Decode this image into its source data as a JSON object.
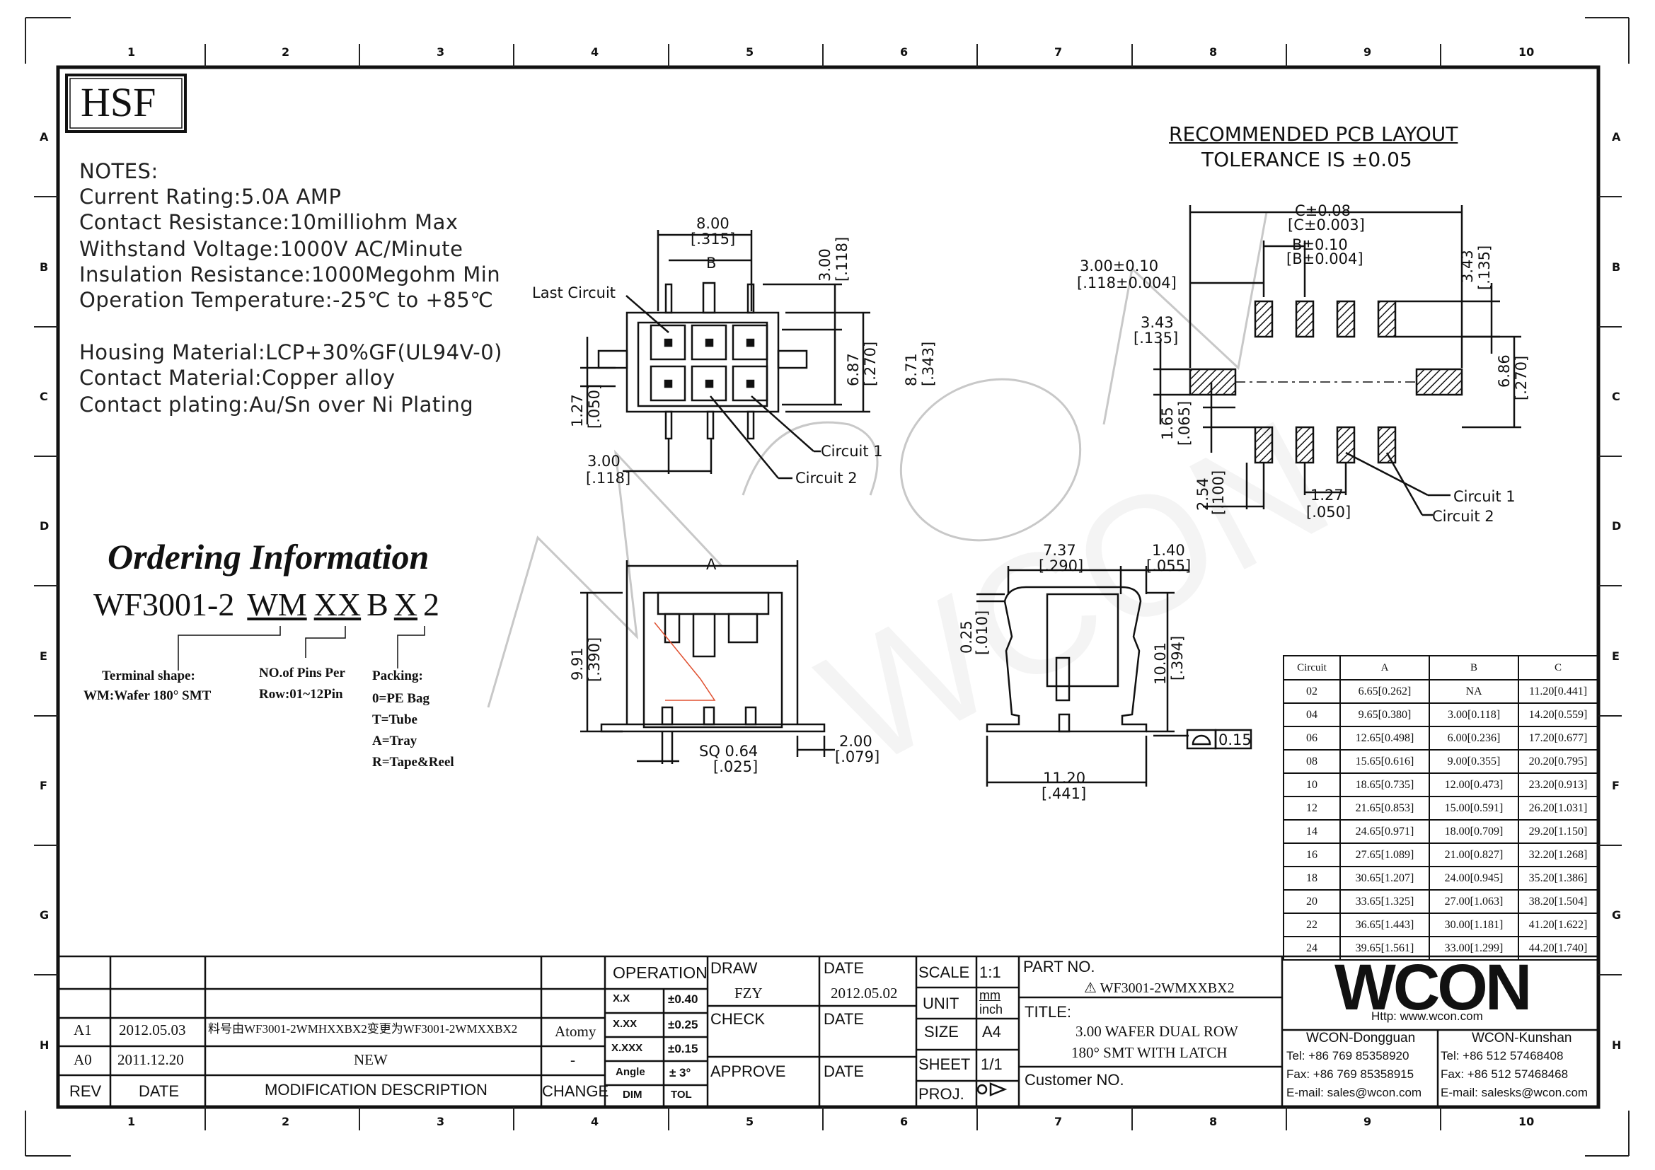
{
  "logo": "HSF",
  "notes": {
    "heading": "NOTES:",
    "lines": [
      "Current  Rating:5.0A  AMP",
      "Contact  Resistance:10milliohm  Max",
      "Withstand  Voltage:1000V  AC/Minute",
      "Insulation  Resistance:1000Megohm  Min",
      "Operation  Temperature:-25℃  to  +85℃"
    ],
    "materials": [
      "Housing  Material:LCP+30%GF(UL94V-0)",
      "Contact  Material:Copper  alloy",
      "Contact  plating:Au/Sn  over  Ni  Plating"
    ]
  },
  "pcb_layout": {
    "title": "RECOMMENDED  PCB  LAYOUT",
    "tolerance": "TOLERANCE  IS  ±0.05",
    "dims": [
      "C±0.08",
      "[C±0.003]",
      "B±0.10",
      "[B±0.004]",
      "3.00±0.10",
      "[.118±0.004]",
      "3.43",
      "[.135]",
      "3.43",
      "[.135]",
      "6.86",
      "[.270]",
      "1.65",
      "[.065]",
      "2.54",
      "[.100]",
      "1.27",
      "[.050]",
      "Circuit  1",
      "Circuit  2"
    ]
  },
  "front_view": {
    "dims": [
      "8.00",
      "[.315]",
      "B",
      "3.00",
      "[.118]",
      "6.87",
      "[.270]",
      "8.71",
      "[.343]",
      "1.27",
      "[.050]",
      "3.00",
      "[.118]",
      "Last  Circuit",
      "Circuit  1",
      "Circuit  2"
    ]
  },
  "side_view": {
    "dims": [
      "A",
      "9.91",
      "[.390]",
      "SQ  0.64",
      "[.025]",
      "2.00",
      "[.079]"
    ]
  },
  "end_view": {
    "dims": [
      "7.37",
      "[.290]",
      "1.40",
      "[.055]",
      "0.25",
      "[.010]",
      "10.01",
      "[.394]",
      "0.15",
      "11.20",
      "[.441]"
    ]
  },
  "ordering": {
    "title": "Ordering Information",
    "part": [
      "WF3001-2",
      "WM",
      "XX",
      "B",
      "X",
      "2"
    ],
    "terminal": [
      "Terminal shape:",
      "WM:Wafer 180° SMT"
    ],
    "pins": [
      "NO.of Pins Per",
      "Row:01~12Pin"
    ],
    "packing": [
      "Packing:",
      "0=PE Bag",
      "T=Tube",
      "A=Tray",
      "R=Tape&Reel"
    ]
  },
  "circuit_table": {
    "headers": [
      "Circuit",
      "A",
      "B",
      "C"
    ],
    "rows": [
      [
        "02",
        "6.65[0.262]",
        "NA",
        "11.20[0.441]"
      ],
      [
        "04",
        "9.65[0.380]",
        "3.00[0.118]",
        "14.20[0.559]"
      ],
      [
        "06",
        "12.65[0.498]",
        "6.00[0.236]",
        "17.20[0.677]"
      ],
      [
        "08",
        "15.65[0.616]",
        "9.00[0.355]",
        "20.20[0.795]"
      ],
      [
        "10",
        "18.65[0.735]",
        "12.00[0.473]",
        "23.20[0.913]"
      ],
      [
        "12",
        "21.65[0.853]",
        "15.00[0.591]",
        "26.20[1.031]"
      ],
      [
        "14",
        "24.65[0.971]",
        "18.00[0.709]",
        "29.20[1.150]"
      ],
      [
        "16",
        "27.65[1.089]",
        "21.00[0.827]",
        "32.20[1.268]"
      ],
      [
        "18",
        "30.65[1.207]",
        "24.00[0.945]",
        "35.20[1.386]"
      ],
      [
        "20",
        "33.65[1.325]",
        "27.00[1.063]",
        "38.20[1.504]"
      ],
      [
        "22",
        "36.65[1.443]",
        "30.00[1.181]",
        "41.20[1.622]"
      ],
      [
        "24",
        "39.65[1.561]",
        "33.00[1.299]",
        "44.20[1.740]"
      ]
    ]
  },
  "grid_columns": [
    "1",
    "2",
    "3",
    "4",
    "5",
    "6",
    "7",
    "8",
    "9",
    "10"
  ],
  "grid_rows": [
    "A",
    "B",
    "C",
    "D",
    "E",
    "F",
    "G",
    "H"
  ],
  "title_block": {
    "rev_rows": [
      {
        "rev": "A1",
        "date": "2012.05.03",
        "desc": "料号由WF3001-2WMHXXBX2变更为WF3001-2WMXXBX2",
        "change": "Atomy"
      },
      {
        "rev": "A0",
        "date": "2011.12.20",
        "desc": "NEW",
        "change": "-"
      }
    ],
    "rev_header": [
      "REV",
      "DATE",
      "MODIFICATION  DESCRIPTION",
      "CHANGE"
    ],
    "operation": "OPERATION",
    "tolerances": [
      [
        "X.X",
        "±0.40"
      ],
      [
        "X.XX",
        "±0.25"
      ],
      [
        "X.XXX",
        "±0.15"
      ],
      [
        "Angle",
        "± 3°"
      ],
      [
        "DIM",
        "TOL"
      ]
    ],
    "draw": "DRAW",
    "drawer": "FZY",
    "date_label": "DATE",
    "draw_date": "2012.05.02",
    "check": "CHECK",
    "approve": "APPROVE",
    "scale_label": "SCALE",
    "scale": "1:1",
    "unit_label": "UNIT",
    "unit_mm": "mm",
    "unit_inch": "inch",
    "size_label": "SIZE",
    "size": "A4",
    "sheet_label": "SHEET",
    "sheet": "1/1",
    "proj_label": "PROJ.",
    "part_no_label": "PART  NO.",
    "part_no": "WF3001-2WMXXBX2",
    "title_label": "TITLE:",
    "title_1": "3.00 WAFER DUAL ROW",
    "title_2": "180°  SMT WITH LATCH",
    "customer_label": "Customer  NO.",
    "company": "WCON",
    "website": "Http:  www.wcon.com",
    "dongguan": {
      "name": "WCON-Dongguan",
      "tel": "Tel: +86 769 85358920",
      "fax": "Fax: +86 769 85358915",
      "email": "E-mail: sales@wcon.com"
    },
    "kunshan": {
      "name": "WCON-Kunshan",
      "tel": "Tel: +86 512 57468408",
      "fax": "Fax: +86 512 57468468",
      "email": "E-mail: salesks@wcon.com"
    }
  },
  "watermark": "WCON"
}
